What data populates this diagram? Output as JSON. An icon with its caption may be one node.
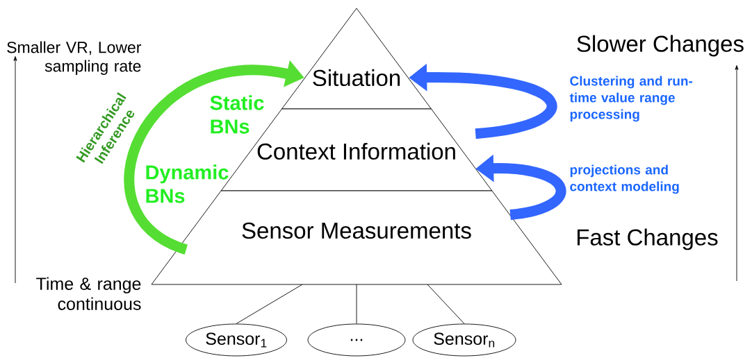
{
  "diagram": {
    "nodes": [
      {
        "text": [
          "Situation"
        ]
      },
      {
        "text": [
          "Context Information"
        ]
      },
      {
        "text": [
          "Sensor Measurements"
        ]
      },
      {
        "text": [
          "Sensor$_{1}$"
        ]
      },
      {
        "text": [
          "..."
        ]
      },
      {
        "text": [
          "Sensor$_{n}$"
        ]
      }
    ],
    "edges": [
      {
        "from": 3,
        "to": 2,
        "arrow": "none"
      },
      {
        "from": 4,
        "to": 2,
        "arrow": "none"
      },
      {
        "from": 5,
        "to": 2,
        "arrow": "none"
      },
      {
        "from": 2,
        "to": 0,
        "arrow": "to",
        "label": "Hierarchical Inference",
        "style": "thick",
        "color": "#55dd33"
      },
      {
        "from": 1,
        "to": 0,
        "arrow": "to",
        "label": "Clustering and run-time value range processing",
        "style": "thick",
        "color": "#3366ff"
      },
      {
        "from": 2,
        "to": 1,
        "arrow": "to",
        "label": "projections and context modeling",
        "style": "thick",
        "color": "#3366ff"
      }
    ],
    "labels": [
      "Smaller VR, Lower sampling rate",
      "Time & range continuous",
      "Static BNs",
      "Dynamic BNs",
      "Slower Changes",
      "Fast Changes"
    ]
  }
}
